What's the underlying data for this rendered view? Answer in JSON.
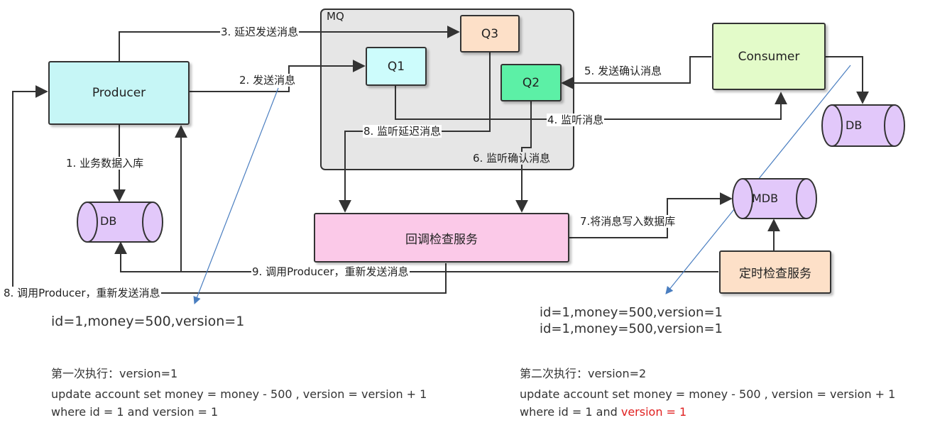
{
  "mq": {
    "label": "MQ"
  },
  "nodes": {
    "producer": "Producer",
    "consumer": "Consumer",
    "q1": "Q1",
    "q2": "Q2",
    "q3": "Q3",
    "callback": "回调检查服务",
    "timer": "定时检查服务",
    "db_left": "DB",
    "db_right": "DB",
    "mdb": "MDB"
  },
  "edges": {
    "e1": "1. 业务数据入库",
    "e2": "2. 发送消息",
    "e3": "3. 延迟发送消息",
    "e4": "4. 监听消息",
    "e5": "5. 发送确认消息",
    "e6": "6. 监听确认消息",
    "e7": "7.将消息写入数据库",
    "e8a": "8. 监听延迟消息",
    "e8b": "8. 调用Producer，重新发送消息",
    "e9": "9. 调用Producer，重新发送消息"
  },
  "notes": {
    "left_record": "id=1,money=500,version=1",
    "right_record_1": "id=1,money=500,version=1",
    "right_record_2": "id=1,money=500,version=1"
  },
  "left_sql": {
    "title": "第一次执行：version=1",
    "line1": "update account set money = money - 500 , version = version + 1",
    "line2": "where id = 1 and version = 1"
  },
  "right_sql": {
    "title": "第二次执行：version=2",
    "line1": "update account set money = money - 500 , version = version + 1",
    "line2_prefix": "where id = 1 and ",
    "line2_highlight": "version = 1"
  },
  "colors": {
    "producer": "#c6f6f6",
    "consumer": "#e3fbc9",
    "q1": "#cdfcfc",
    "q2": "#5cf0a6",
    "q3": "#fde0c8",
    "callback": "#fbc9e8",
    "timer": "#fde0c8",
    "db": "#e2c8fa",
    "mq_bg": "#e6e6e6",
    "highlight": "#e02020",
    "blue_line": "#4a7ec0"
  }
}
